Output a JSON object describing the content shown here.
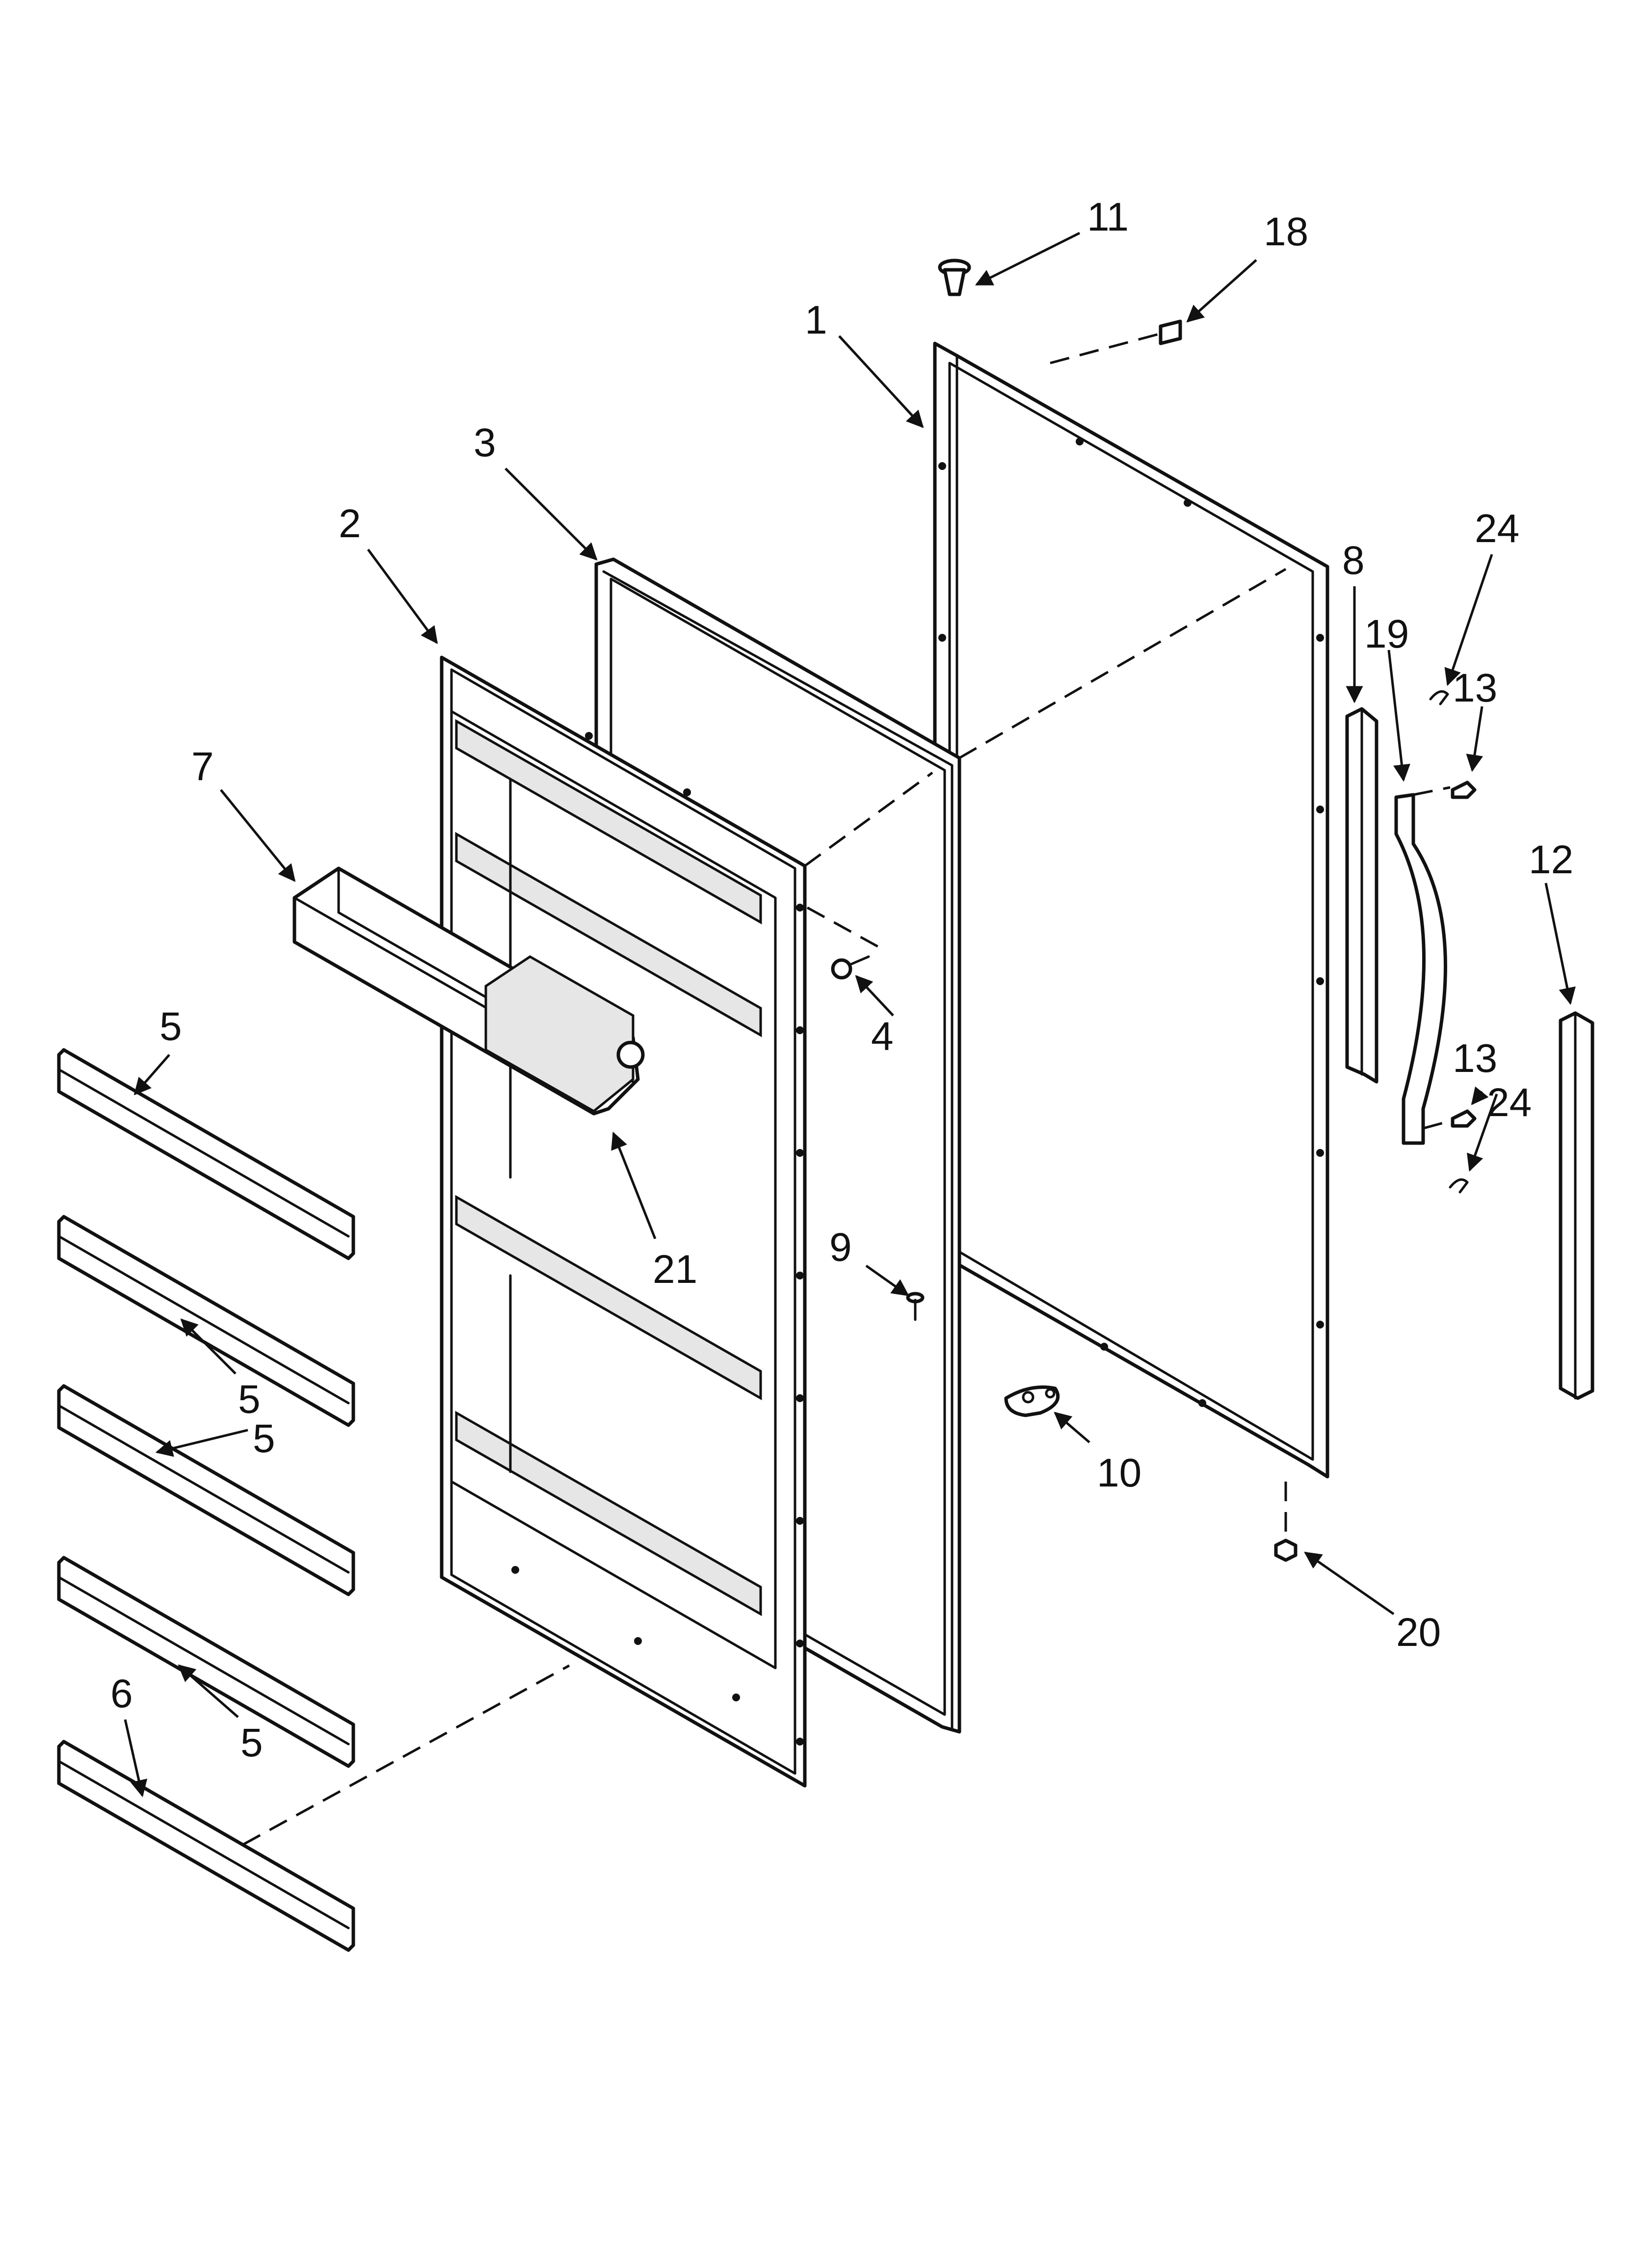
{
  "callouts": {
    "p1": "1",
    "p2": "2",
    "p3": "3",
    "p4": "4",
    "p5a": "5",
    "p5b": "5",
    "p5c": "5",
    "p5d": "5",
    "p6": "6",
    "p7": "7",
    "p8": "8",
    "p9": "9",
    "p10": "10",
    "p11": "11",
    "p12": "12",
    "p13a": "13",
    "p13b": "13",
    "p18": "18",
    "p19": "19",
    "p20": "20",
    "p21": "21",
    "p24a": "24",
    "p24b": "24"
  },
  "colors": {
    "line": "#111111",
    "background": "#ffffff"
  }
}
